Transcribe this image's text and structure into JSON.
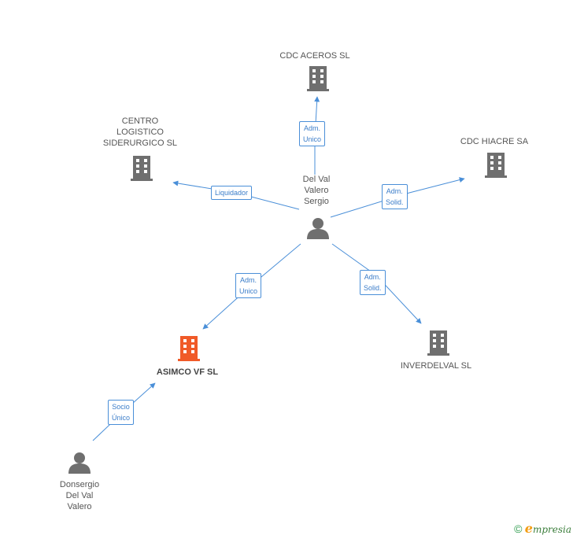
{
  "colors": {
    "edge": "#4a8fd8",
    "building": "#6f6f6f",
    "building_focus": "#f05a28",
    "person": "#6f6f6f"
  },
  "nodes": {
    "cdc_aceros": {
      "label": "CDC ACEROS SL",
      "icon": "building-icon"
    },
    "centro_logistico": {
      "label": "CENTRO\nLOGISTICO\nSIDERURGICO SL",
      "icon": "building-icon"
    },
    "cdc_hiacre": {
      "label": "CDC HIACRE SA",
      "icon": "building-icon"
    },
    "del_val_sergio": {
      "label": "Del Val\nValero\nSergio",
      "icon": "person-icon"
    },
    "asimco": {
      "label": "ASIMCO VF SL",
      "icon": "building-icon"
    },
    "inverdelval": {
      "label": "INVERDELVAL SL",
      "icon": "building-icon"
    },
    "donsergio": {
      "label": "Donsergio\nDel Val\nValero",
      "icon": "person-icon"
    }
  },
  "edges": {
    "to_cdc_aceros": {
      "label": "Adm.\nUnico"
    },
    "to_centro_logistico": {
      "label": "Liquidador"
    },
    "to_cdc_hiacre": {
      "label": "Adm.\nSolid."
    },
    "to_asimco": {
      "label": "Adm.\nUnico"
    },
    "to_inverdelval": {
      "label": "Adm.\nSolid."
    },
    "donsergio_to_asimco": {
      "label": "Socio\nÚnico"
    }
  },
  "footer": {
    "copyright": "©",
    "brand_initial": "e",
    "brand_rest": "mpresia"
  }
}
